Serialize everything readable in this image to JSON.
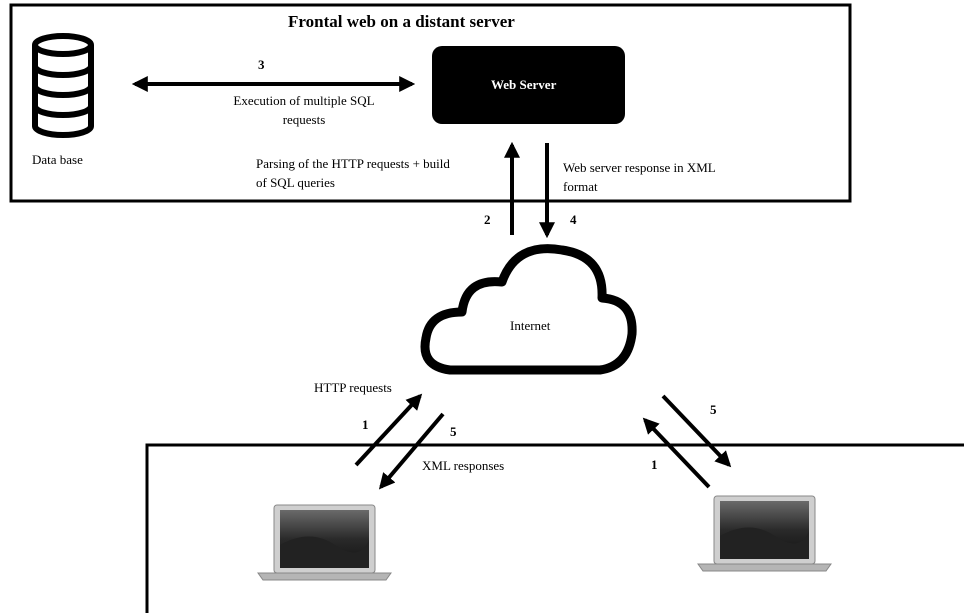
{
  "frontal": {
    "title": "Frontal web on a distant server"
  },
  "web_server": {
    "label": "Web Server"
  },
  "database": {
    "label": "Data base"
  },
  "internet": {
    "label": "Internet"
  },
  "arrows": {
    "step3": {
      "number": "3",
      "label_line1": "Execution of multiple SQL",
      "label_line2": "requests"
    },
    "step2": {
      "number": "2",
      "label_line1": "Parsing of the HTTP requests + build",
      "label_line2": "of SQL queries"
    },
    "step4": {
      "number": "4",
      "label_line1": "Web server response in XML",
      "label_line2": "format"
    },
    "left_client": {
      "http_label": "HTTP requests",
      "xml_label": "XML responses",
      "num_request": "1",
      "num_response": "5"
    },
    "right_client": {
      "num_request": "1",
      "num_response": "5"
    }
  },
  "colors": {
    "stroke": "#000000",
    "server_fill": "#000000",
    "server_text": "#ffffff"
  },
  "icons": [
    "database-icon",
    "cloud-icon",
    "laptop-icon"
  ]
}
